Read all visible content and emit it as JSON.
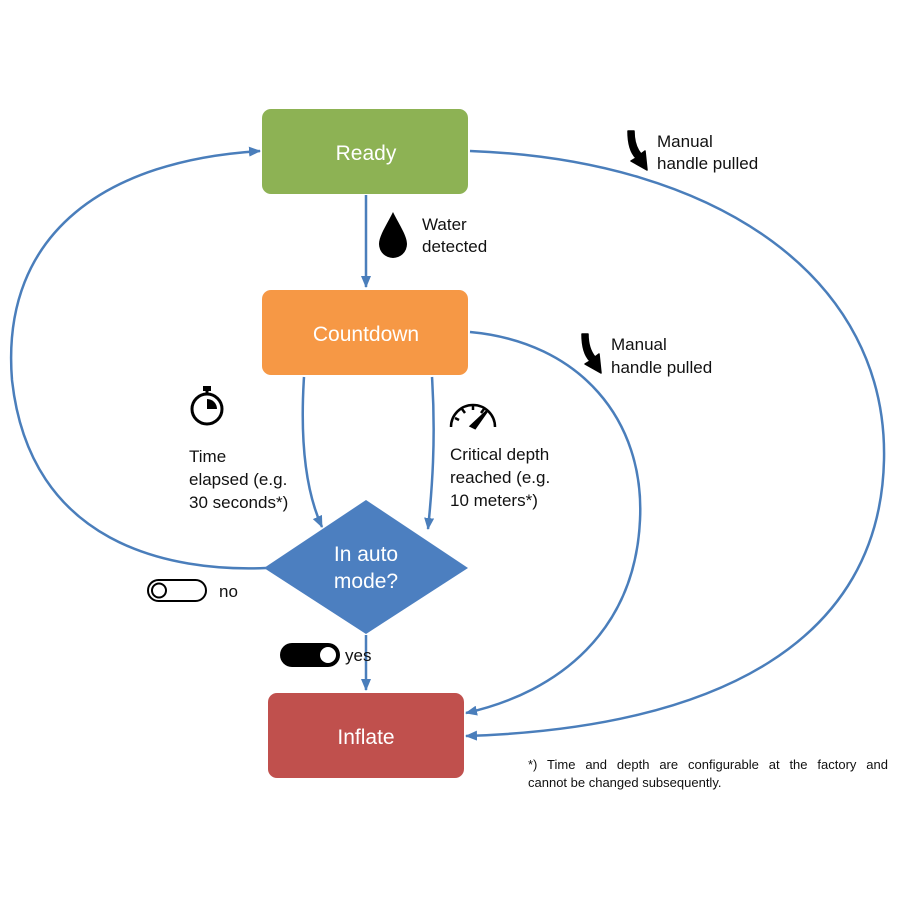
{
  "nodes": {
    "ready": {
      "label": "Ready",
      "color": "#8db254"
    },
    "countdown": {
      "label": "Countdown",
      "color": "#f69845"
    },
    "decision": {
      "label_line1": "In auto",
      "label_line2": "mode?",
      "color": "#4c7fc0"
    },
    "inflate": {
      "label": "Inflate",
      "color": "#c0504d"
    }
  },
  "edges": {
    "water": {
      "line1": "Water",
      "line2": "detected",
      "icon": "water-drop-icon"
    },
    "manual_ready": {
      "line1": "Manual",
      "line2": "handle pulled",
      "icon": "curved-down-arrow-icon"
    },
    "manual_countdown": {
      "line1": "Manual",
      "line2": "handle pulled",
      "icon": "curved-down-arrow-icon"
    },
    "time": {
      "line1": "Time",
      "line2": "elapsed (e.g.",
      "line3": "30 seconds*)",
      "icon": "stopwatch-icon"
    },
    "depth": {
      "line1": "Critical depth",
      "line2": "reached (e.g.",
      "line3": "10 meters*)",
      "icon": "speedometer-icon"
    },
    "no": {
      "label": "no",
      "icon": "toggle-off-icon"
    },
    "yes": {
      "label": "yes",
      "icon": "toggle-on-icon"
    }
  },
  "footnote": {
    "line1": "*) Time and depth are configurable at the factory and",
    "line2": "cannot be changed subsequently."
  },
  "colors": {
    "edge": "#4a7ebb",
    "text": "#111111"
  }
}
